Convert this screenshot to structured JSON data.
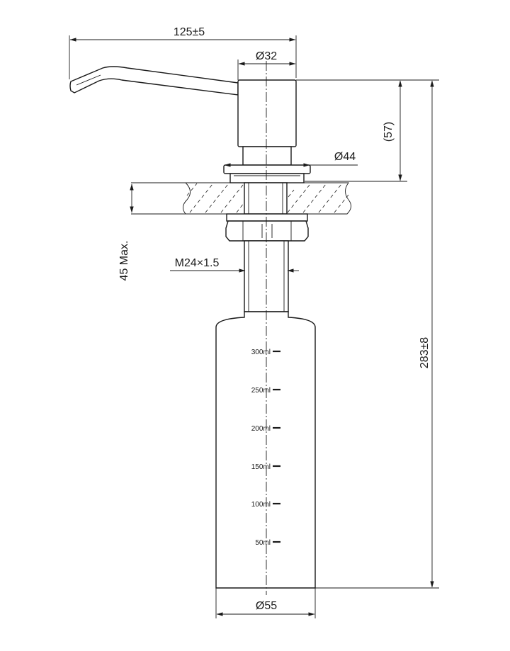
{
  "dimensions": {
    "overall_reach": "125±5",
    "pump_head_diameter": "Ø32",
    "flange_diameter": "Ø44",
    "head_height": "(57)",
    "max_countertop_thickness": "45 Max.",
    "thread_size": "M24×1.5",
    "total_length": "283±8",
    "bottle_diameter": "Ø55"
  },
  "graduations": [
    "300ml",
    "250ml",
    "200ml",
    "150ml",
    "100ml",
    "50ml"
  ]
}
